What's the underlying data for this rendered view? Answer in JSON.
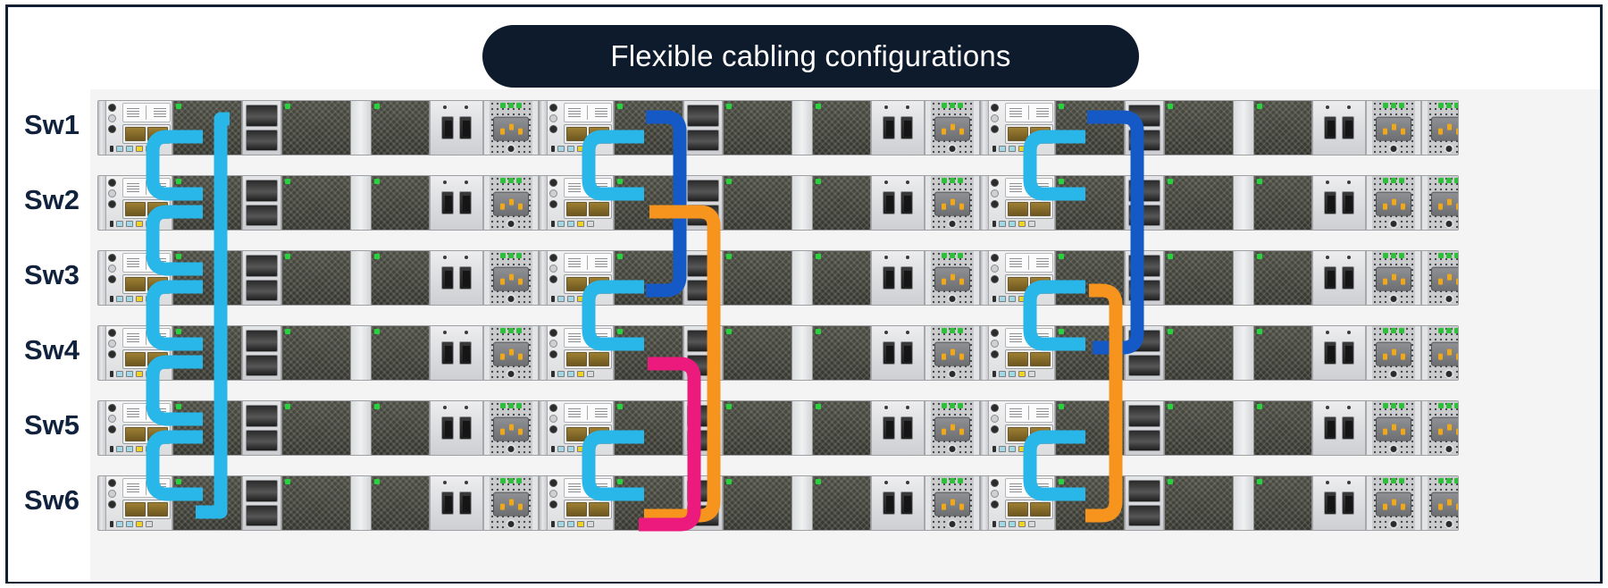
{
  "page": {
    "background": "#ffffff",
    "border_color": "#121f33",
    "panel_background": "#f4f4f4"
  },
  "banner": {
    "title": "Flexible cabling configurations",
    "background": "#0d1b2c",
    "text_color": "#ffffff"
  },
  "rows": [
    {
      "label": "Sw1"
    },
    {
      "label": "Sw2"
    },
    {
      "label": "Sw3"
    },
    {
      "label": "Sw4"
    },
    {
      "label": "Sw5"
    },
    {
      "label": "Sw6"
    }
  ],
  "colors": {
    "cyan": "#29b6e8",
    "blue": "#1559c7",
    "orange": "#f7941e",
    "pink": "#ec1a7d",
    "switch_body": "#d7d9dc",
    "fan_mesh": "#3f4037",
    "led_green": "#24d43a",
    "psu_pin": "#f0a81b"
  },
  "groups": [
    {
      "name": "configuration-1-daisy-chain",
      "cable_legs": [
        {
          "color": "cyan",
          "from": "Sw1",
          "to": "Sw2"
        },
        {
          "color": "cyan",
          "from": "Sw2",
          "to": "Sw3"
        },
        {
          "color": "cyan",
          "from": "Sw3",
          "to": "Sw4"
        },
        {
          "color": "cyan",
          "from": "Sw4",
          "to": "Sw5"
        },
        {
          "color": "cyan",
          "from": "Sw5",
          "to": "Sw6"
        },
        {
          "color": "cyan",
          "from": "Sw1",
          "to": "Sw6"
        }
      ]
    },
    {
      "name": "configuration-2-paired-plus-crosslinks",
      "cable_legs": [
        {
          "color": "cyan",
          "from": "Sw1",
          "to": "Sw2"
        },
        {
          "color": "cyan",
          "from": "Sw3",
          "to": "Sw4"
        },
        {
          "color": "cyan",
          "from": "Sw5",
          "to": "Sw6"
        },
        {
          "color": "blue",
          "from": "Sw1",
          "to": "Sw3"
        },
        {
          "color": "orange",
          "from": "Sw2",
          "to": "Sw6"
        },
        {
          "color": "pink",
          "from": "Sw4",
          "to": "Sw6"
        }
      ]
    },
    {
      "name": "configuration-3-paired-plus-crosslinks",
      "cable_legs": [
        {
          "color": "cyan",
          "from": "Sw1",
          "to": "Sw2"
        },
        {
          "color": "cyan",
          "from": "Sw3",
          "to": "Sw4"
        },
        {
          "color": "cyan",
          "from": "Sw5",
          "to": "Sw6"
        },
        {
          "color": "blue",
          "from": "Sw1",
          "to": "Sw4"
        },
        {
          "color": "orange",
          "from": "Sw3",
          "to": "Sw6"
        }
      ]
    }
  ],
  "switch_unit": {
    "modules": [
      "management-panel",
      "fan-module",
      "uplink-port-cage",
      "fan-module",
      "fan-module",
      "sfp-cage",
      "power-supply",
      "power-supply",
      "power-supply"
    ]
  }
}
